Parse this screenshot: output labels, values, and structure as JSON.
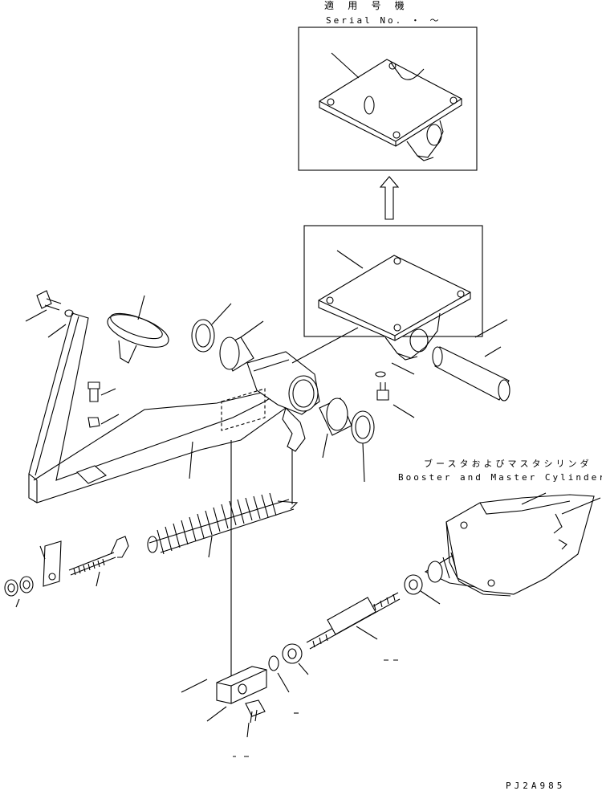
{
  "labels": {
    "applicable_machine": "適 用 号 機",
    "serial_no": "Serial No.  ・ ～",
    "booster_jp": "ブースタおよびマスタシリンダ",
    "booster_en": "Booster and Master Cylinder",
    "drawing_code": "PJ2A985"
  }
}
